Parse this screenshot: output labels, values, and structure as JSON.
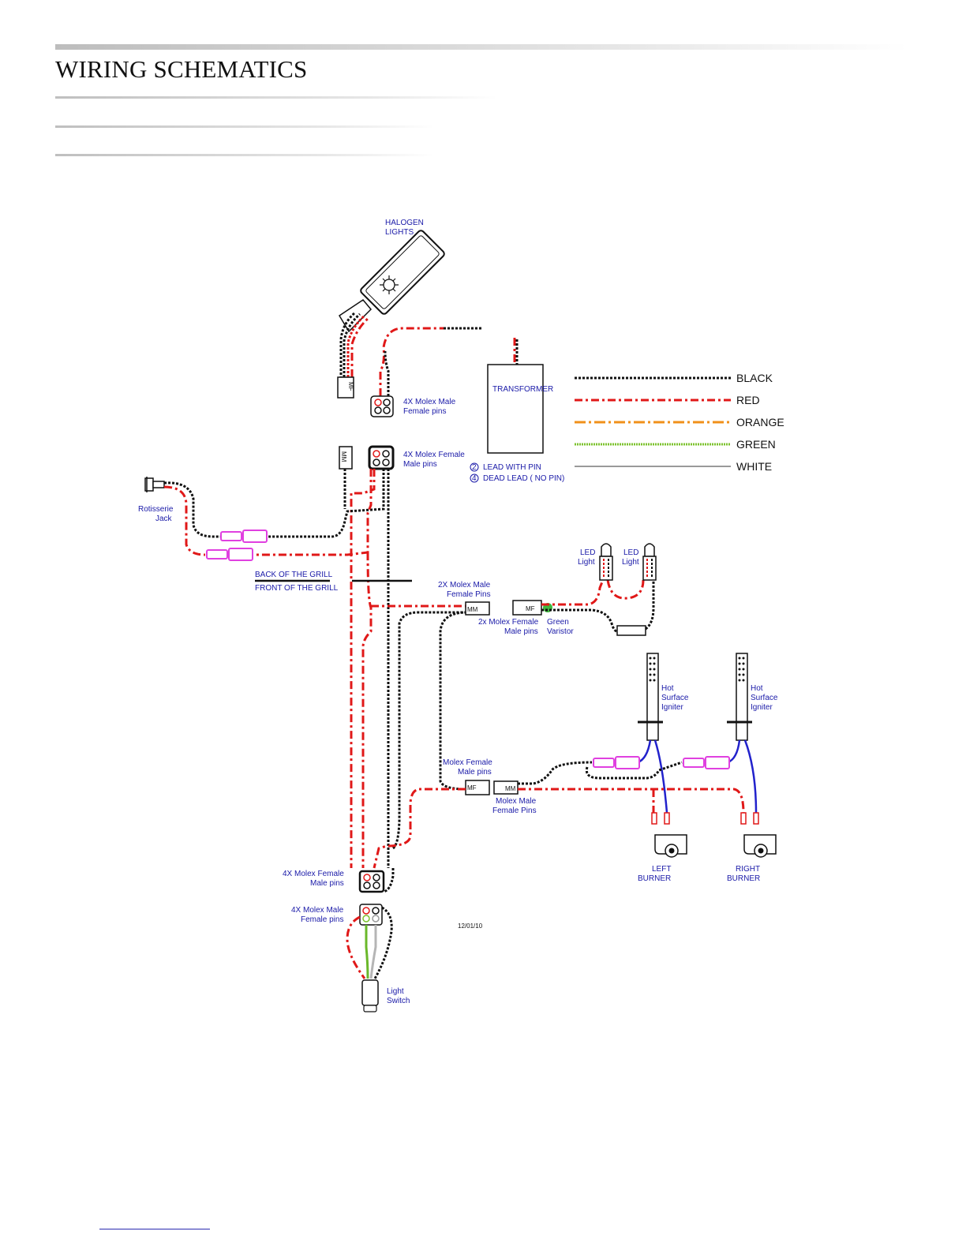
{
  "header": {
    "title": "WIRING SCHEMATICS"
  },
  "legend": [
    {
      "label": "BLACK",
      "color": "#111111"
    },
    {
      "label": "RED",
      "color": "#e01818"
    },
    {
      "label": "ORANGE",
      "color": "#f0901a"
    },
    {
      "label": "GREEN",
      "color": "#7cc22e"
    },
    {
      "label": "WHITE",
      "color": "#9a9a9a"
    }
  ],
  "transformer": {
    "label": "TRANSFORMER",
    "note1_num": "2",
    "note1": "LEAD WITH PIN",
    "note2_num": "4",
    "note2": "DEAD LEAD   ( NO PIN)"
  },
  "labels": {
    "halogen1": "HALOGEN",
    "halogen2": "LIGHTS",
    "molex_top_m1": "4X Molex Male",
    "molex_top_m2": "Female pins",
    "molex_top_f1": "4X Molex Female",
    "molex_top_f2": "Male pins",
    "rot1": "Rotisserie",
    "rot2": "Jack",
    "back": "BACK OF THE GRILL",
    "front": "FRONT OF THE GRILL",
    "led_a1": "LED",
    "led_a2": "Light",
    "led_b1": "LED",
    "led_b2": "Light",
    "mm2x_1": "2X Molex Male",
    "mm2x_2": "Female Pins",
    "mf2x_1": "2x Molex Female",
    "mf2x_2": "Male pins",
    "var1": "Green",
    "var2": "Varistor",
    "hsi_a1": "Hot",
    "hsi_a2": "Surface",
    "hsi_a3": "Igniter",
    "hsi_b1": "Hot",
    "hsi_b2": "Surface",
    "hsi_b3": "Igniter",
    "mfl1": "Molex Female",
    "mfl2": "Male pins",
    "mml1": "Molex Male",
    "mml2": "Female Pins",
    "left1": "LEFT",
    "left2": "BURNER",
    "right1": "RIGHT",
    "right2": "BURNER",
    "bot_f1": "4X Molex Female",
    "bot_f2": "Male pins",
    "bot_m1": "4X Molex Male",
    "bot_m2": "Female pins",
    "sw1": "Light",
    "sw2": "Switch",
    "date": "12/01/10",
    "mf": "MF",
    "mm": "MM"
  }
}
